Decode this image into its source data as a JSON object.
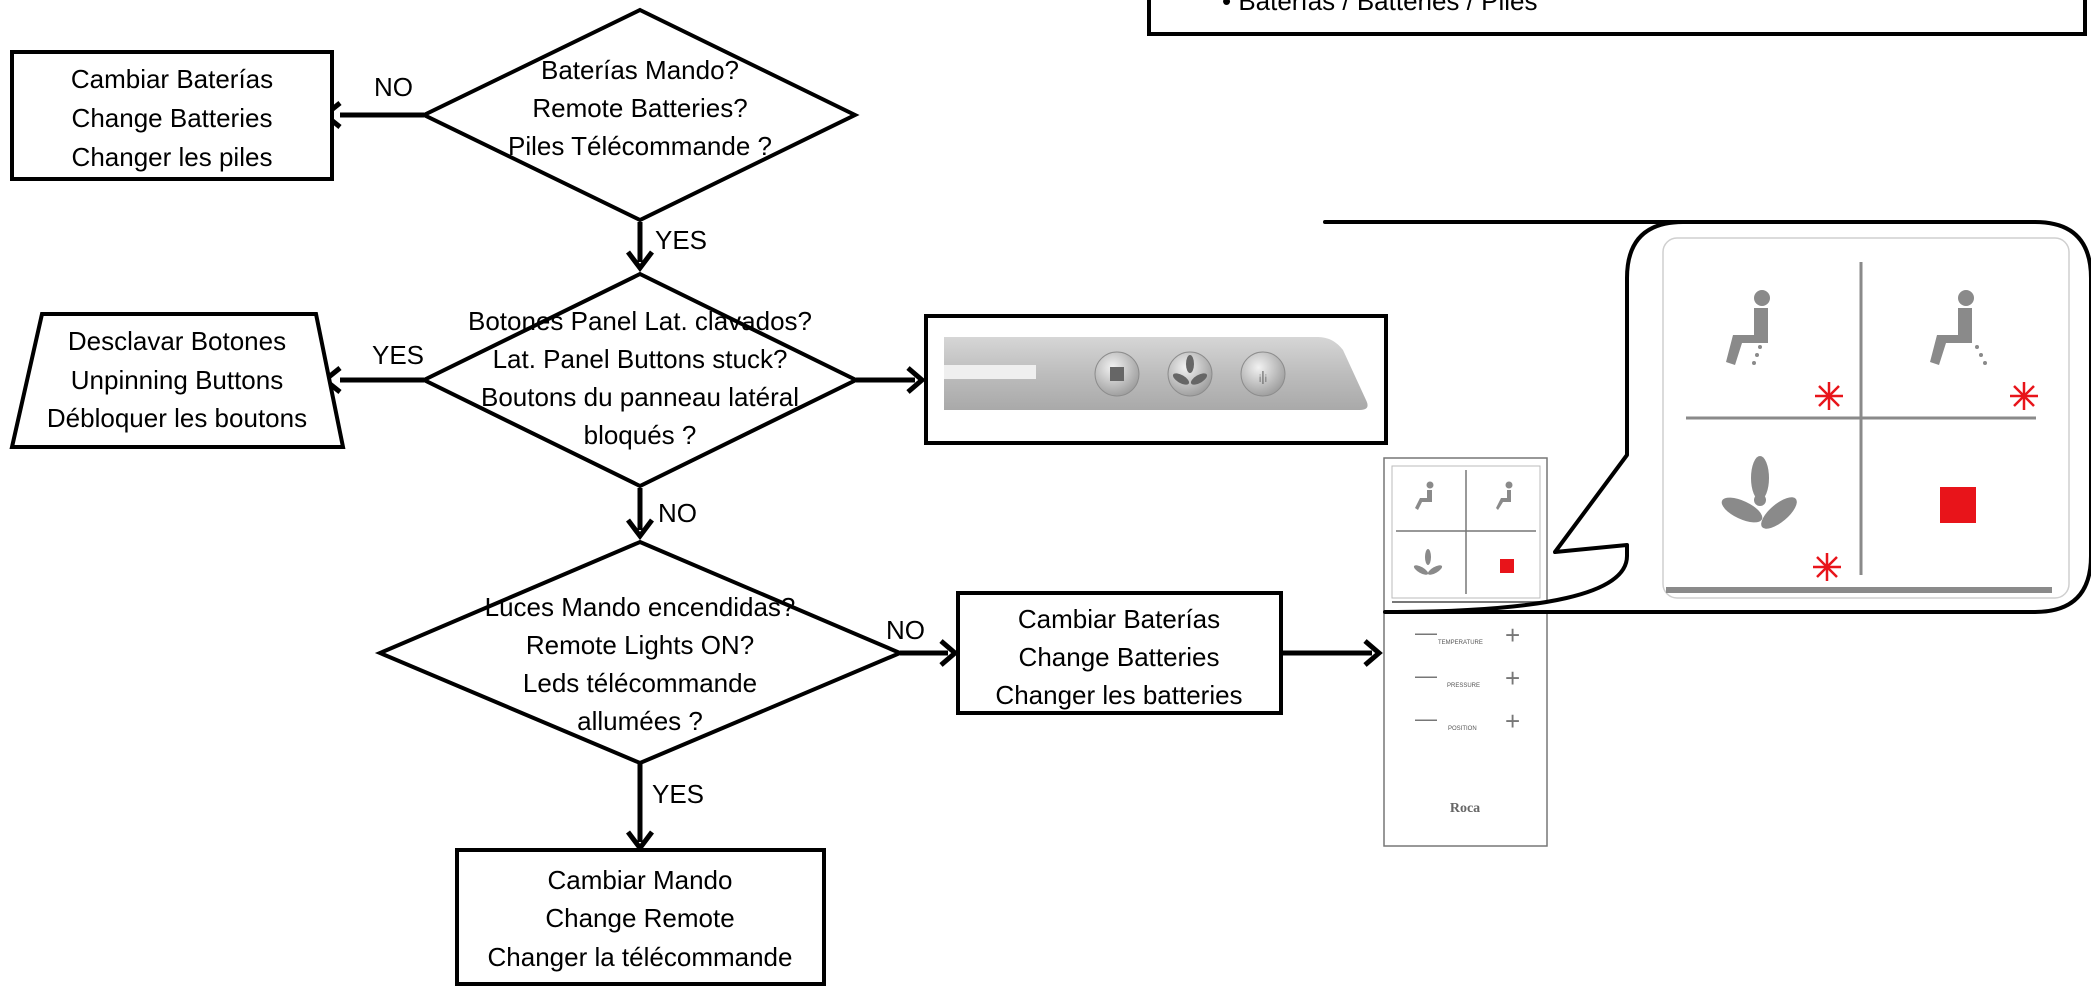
{
  "note_box": {
    "text": "• Baterías / Batteries / Piles"
  },
  "d1": {
    "lines": [
      "Baterías Mando?",
      "Remote Batteries?",
      "Piles Télécommande ?"
    ]
  },
  "d2": {
    "lines": [
      "Botones Panel Lat. clavados?",
      "Lat. Panel Buttons stuck?",
      "Boutons du panneau latéral",
      "bloqués ?"
    ]
  },
  "d3": {
    "lines": [
      "Luces Mando encendidas?",
      "Remote Lights ON?",
      "Leds télécommande",
      "allumées ?"
    ]
  },
  "b1": {
    "lines": [
      "Cambiar Baterías",
      "Change Batteries",
      "Changer les piles"
    ]
  },
  "b2": {
    "lines": [
      "Desclavar Botones",
      "Unpinning Buttons",
      "Débloquer les boutons"
    ]
  },
  "b3": {
    "lines": [
      "Cambiar Baterías",
      "Change Batteries",
      "Changer les batteries"
    ]
  },
  "b4": {
    "lines": [
      "Cambiar Mando",
      "Change Remote",
      "Changer la télécommande"
    ]
  },
  "labels": {
    "no1": "NO",
    "yes1": "YES",
    "yes2": "YES",
    "no2": "NO",
    "no3": "NO",
    "yes3": "YES"
  },
  "remote": {
    "temperature": "TEMPERATURE",
    "pressure": "PRESSURE",
    "position": "POSITION",
    "brand": "Roca"
  },
  "colors": {
    "indicator_red": "#e8141a",
    "icon_gray": "#8a8a8a"
  }
}
